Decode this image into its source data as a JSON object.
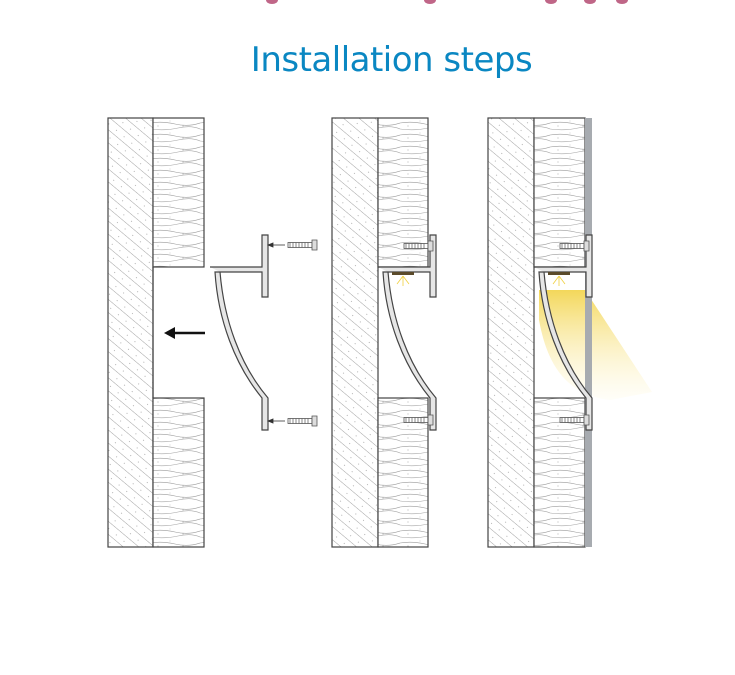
{
  "header": {
    "title": "Installation steps"
  },
  "colors": {
    "title": "#0a87c2",
    "accent_top": "#b0406a",
    "light": "#f5dd6a",
    "cover": "#a7abb0"
  },
  "steps": [
    {
      "name": "step-1-position-profile"
    },
    {
      "name": "step-2-screw-profile"
    },
    {
      "name": "step-3-finish-wall-led-on"
    }
  ]
}
